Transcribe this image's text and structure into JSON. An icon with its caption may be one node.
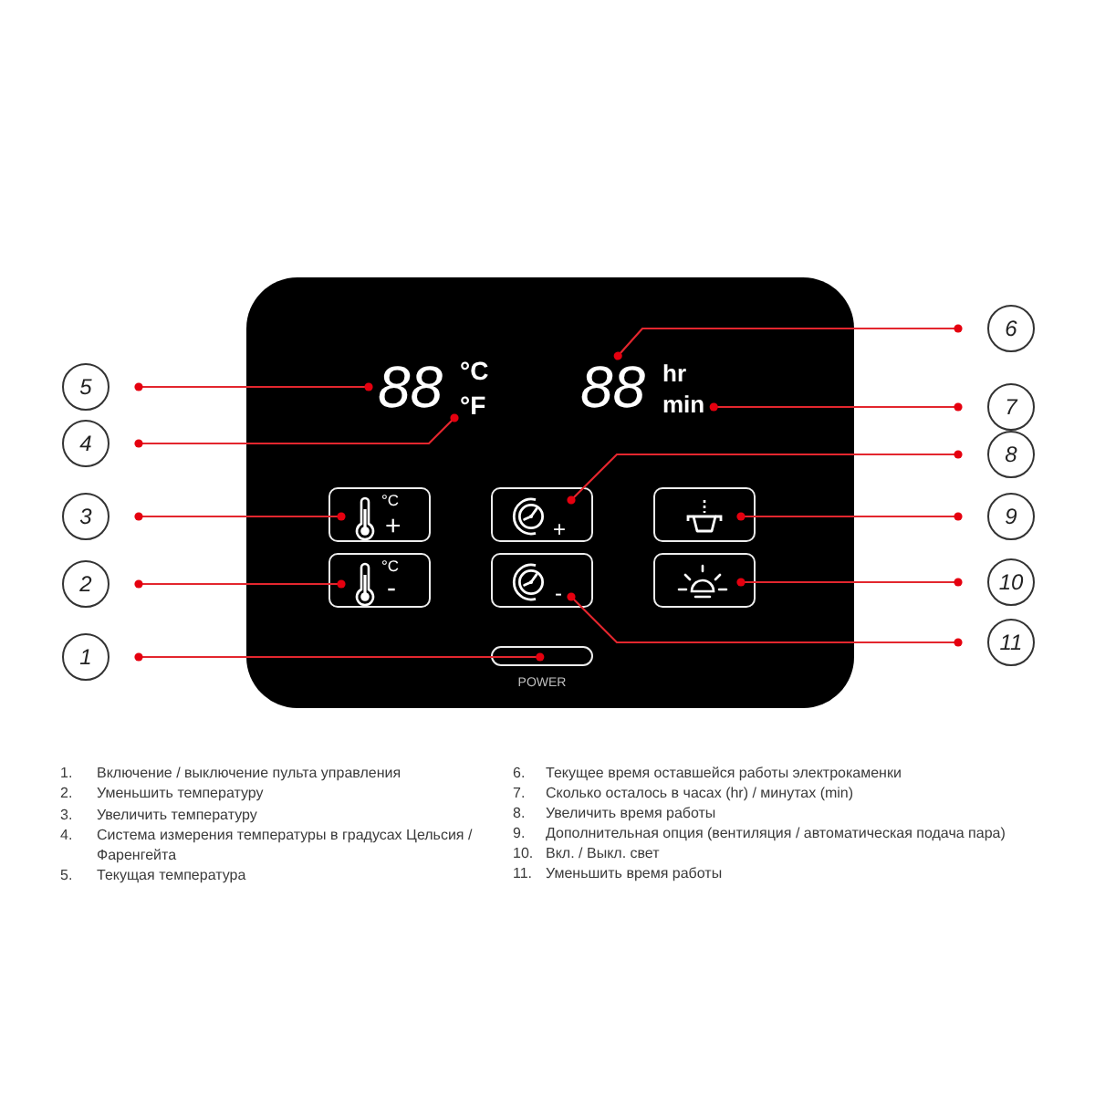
{
  "diagram": {
    "nodes": [
      {
        "text": [],
        "shape": "box"
      },
      {
        "text": [
          "88"
        ],
        "in": 0
      },
      {
        "text": [
          "°F"
        ],
        "in": 0
      },
      {
        "text": [
          "88"
        ],
        "in": 0
      },
      {
        "text": [
          "min"
        ],
        "in": 0
      },
      {
        "text": [
          "°C",
          "+"
        ],
        "in": 0
      },
      {
        "text": [
          "+"
        ],
        "in": 0
      },
      {
        "text": [],
        "shape": "box",
        "in": 0
      },
      {
        "text": [
          "°C",
          "-"
        ],
        "in": 0
      },
      {
        "text": [
          "-"
        ],
        "in": 0
      },
      {
        "text": [],
        "shape": "box",
        "in": 0
      },
      {
        "text": [],
        "shape": "bar",
        "in": 0,
        "beside": [
          "POWER"
        ]
      },
      {
        "text": [
          "1"
        ]
      },
      {
        "text": [
          "2"
        ]
      },
      {
        "text": [
          "3"
        ]
      },
      {
        "text": [
          "4"
        ]
      },
      {
        "text": [
          "5"
        ]
      },
      {
        "text": [
          "6"
        ]
      },
      {
        "text": [
          "7"
        ]
      },
      {
        "text": [
          "8"
        ]
      },
      {
        "text": [
          "9"
        ]
      },
      {
        "text": [
          "10"
        ]
      },
      {
        "text": [
          "11"
        ]
      }
    ],
    "edges": [
      {
        "from": 16,
        "to": 1,
        "arrow": "other"
      },
      {
        "from": 15,
        "to": 2,
        "arrow": "other"
      },
      {
        "from": 14,
        "to": 5,
        "arrow": "other"
      },
      {
        "from": 13,
        "to": 8,
        "arrow": "other"
      },
      {
        "from": 12,
        "to": 11,
        "arrow": "other"
      },
      {
        "from": 17,
        "to": 3,
        "arrow": "other"
      },
      {
        "from": 18,
        "to": 4,
        "arrow": "other"
      },
      {
        "from": 19,
        "to": 6,
        "arrow": "other"
      },
      {
        "from": 20,
        "to": 7,
        "arrow": "other"
      },
      {
        "from": 21,
        "to": 10,
        "arrow": "other"
      },
      {
        "from": 22,
        "to": 9,
        "arrow": "other"
      }
    ],
    "labels": [
      "°C",
      "hr",
      "1.",
      "Включение / выключение пульта управления",
      "2.",
      "Уменьшить температуру",
      "3.",
      "Увеличить температуру",
      "4.",
      "Система измерения температуры в градусах Цельсия / Фаренгейта",
      "5.",
      "Текущая температура",
      "6.",
      "Текущее время оставшейся работы электрокаменки",
      "7.",
      "Сколько осталось в часах (hr) / минутах (min)",
      "8.",
      "Увеличить время работы",
      "9.",
      "Дополнительная опция (вентиляция / автоматическая подача пара)",
      "10.",
      "Вкл. / Выкл. свет",
      "11.",
      "Уменьшить время работы"
    ]
  }
}
